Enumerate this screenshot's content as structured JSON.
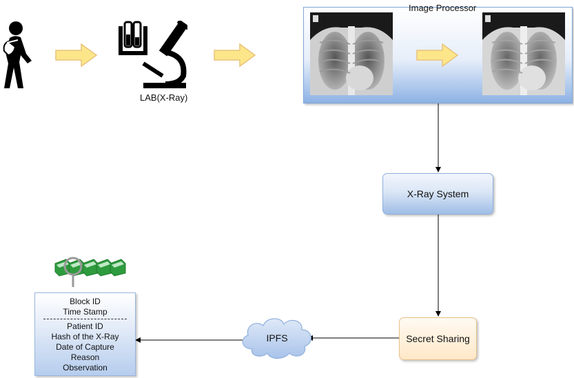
{
  "lab": {
    "label": "LAB(X-Ray)"
  },
  "image_processor": {
    "title": "Image Processor"
  },
  "xray_system": {
    "label": "X-Ray System"
  },
  "secret_sharing": {
    "label": "Secret Sharing"
  },
  "ipfs": {
    "label": "IPFS"
  },
  "block": {
    "header_fields": [
      "Block ID",
      "Time Stamp"
    ],
    "body_fields": [
      "Patient ID",
      "Hash of the X-Ray",
      "Date of Capture",
      "Reason",
      "Observation"
    ]
  },
  "colors": {
    "flow_arrow_fill": "#fde68a",
    "flow_arrow_stroke": "#e8c37a",
    "blockchain_green": "#2e9b3e",
    "xray_system_blue": "#b6cdee",
    "secret_sharing_orange": "#ffe8c8",
    "ipfs_cloud_blue": "#c9dbf5"
  },
  "icons": [
    "patient-icon",
    "lab-equipment-icon",
    "xray-image-icon",
    "blockchain-icon",
    "cloud-icon"
  ]
}
